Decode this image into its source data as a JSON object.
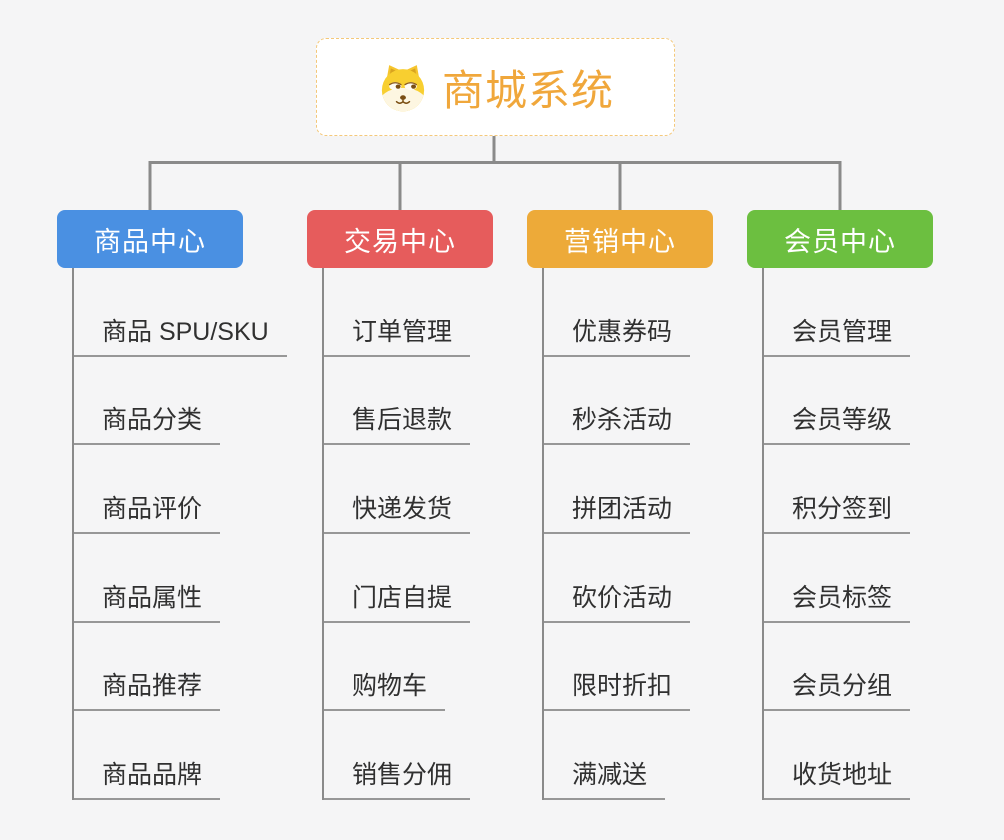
{
  "root": {
    "title": "商城系统",
    "icon": "dog-face-icon",
    "text_color": "#f0a73b",
    "border_color": "#f4c87a"
  },
  "branches": [
    {
      "label": "商品中心",
      "color": "#4a90e2",
      "children": [
        "商品 SPU/SKU",
        "商品分类",
        "商品评价",
        "商品属性",
        "商品推荐",
        "商品品牌"
      ]
    },
    {
      "label": "交易中心",
      "color": "#e65c5c",
      "children": [
        "订单管理",
        "售后退款",
        "快递发货",
        "门店自提",
        "购物车",
        "销售分佣"
      ]
    },
    {
      "label": "营销中心",
      "color": "#edaa39",
      "children": [
        "优惠券码",
        "秒杀活动",
        "拼团活动",
        "砍价活动",
        "限时折扣",
        "满减送"
      ]
    },
    {
      "label": "会员中心",
      "color": "#6cbf40",
      "children": [
        "会员管理",
        "会员等级",
        "积分签到",
        "会员标签",
        "会员分组",
        "收货地址"
      ]
    }
  ],
  "theme": {
    "background": "#f5f5f6",
    "connector_color": "#8a8a8a",
    "underline_color": "#979797",
    "leaf_text_color": "#303030"
  }
}
